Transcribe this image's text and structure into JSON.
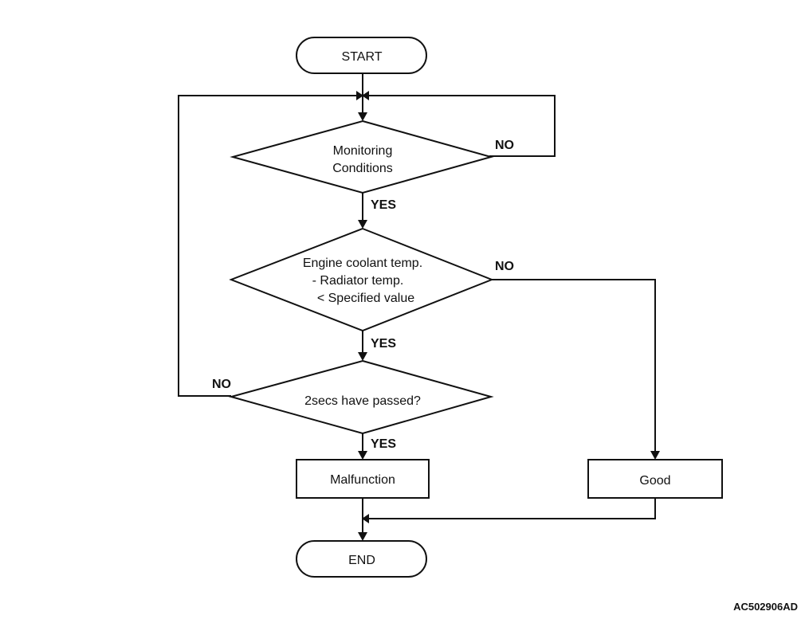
{
  "flowchart": {
    "start": "START",
    "decision1": {
      "lines": [
        "Monitoring",
        "Conditions"
      ],
      "yes": "YES",
      "no": "NO"
    },
    "decision2": {
      "lines": [
        "Engine coolant temp.",
        "- Radiator temp.",
        "< Specified value"
      ],
      "yes": "YES",
      "no": "NO"
    },
    "decision3": {
      "lines": [
        "2secs have passed?"
      ],
      "yes": "YES",
      "no": "NO"
    },
    "malfunction": "Malfunction",
    "good": "Good",
    "end": "END"
  },
  "figure_code": "AC502906AD"
}
